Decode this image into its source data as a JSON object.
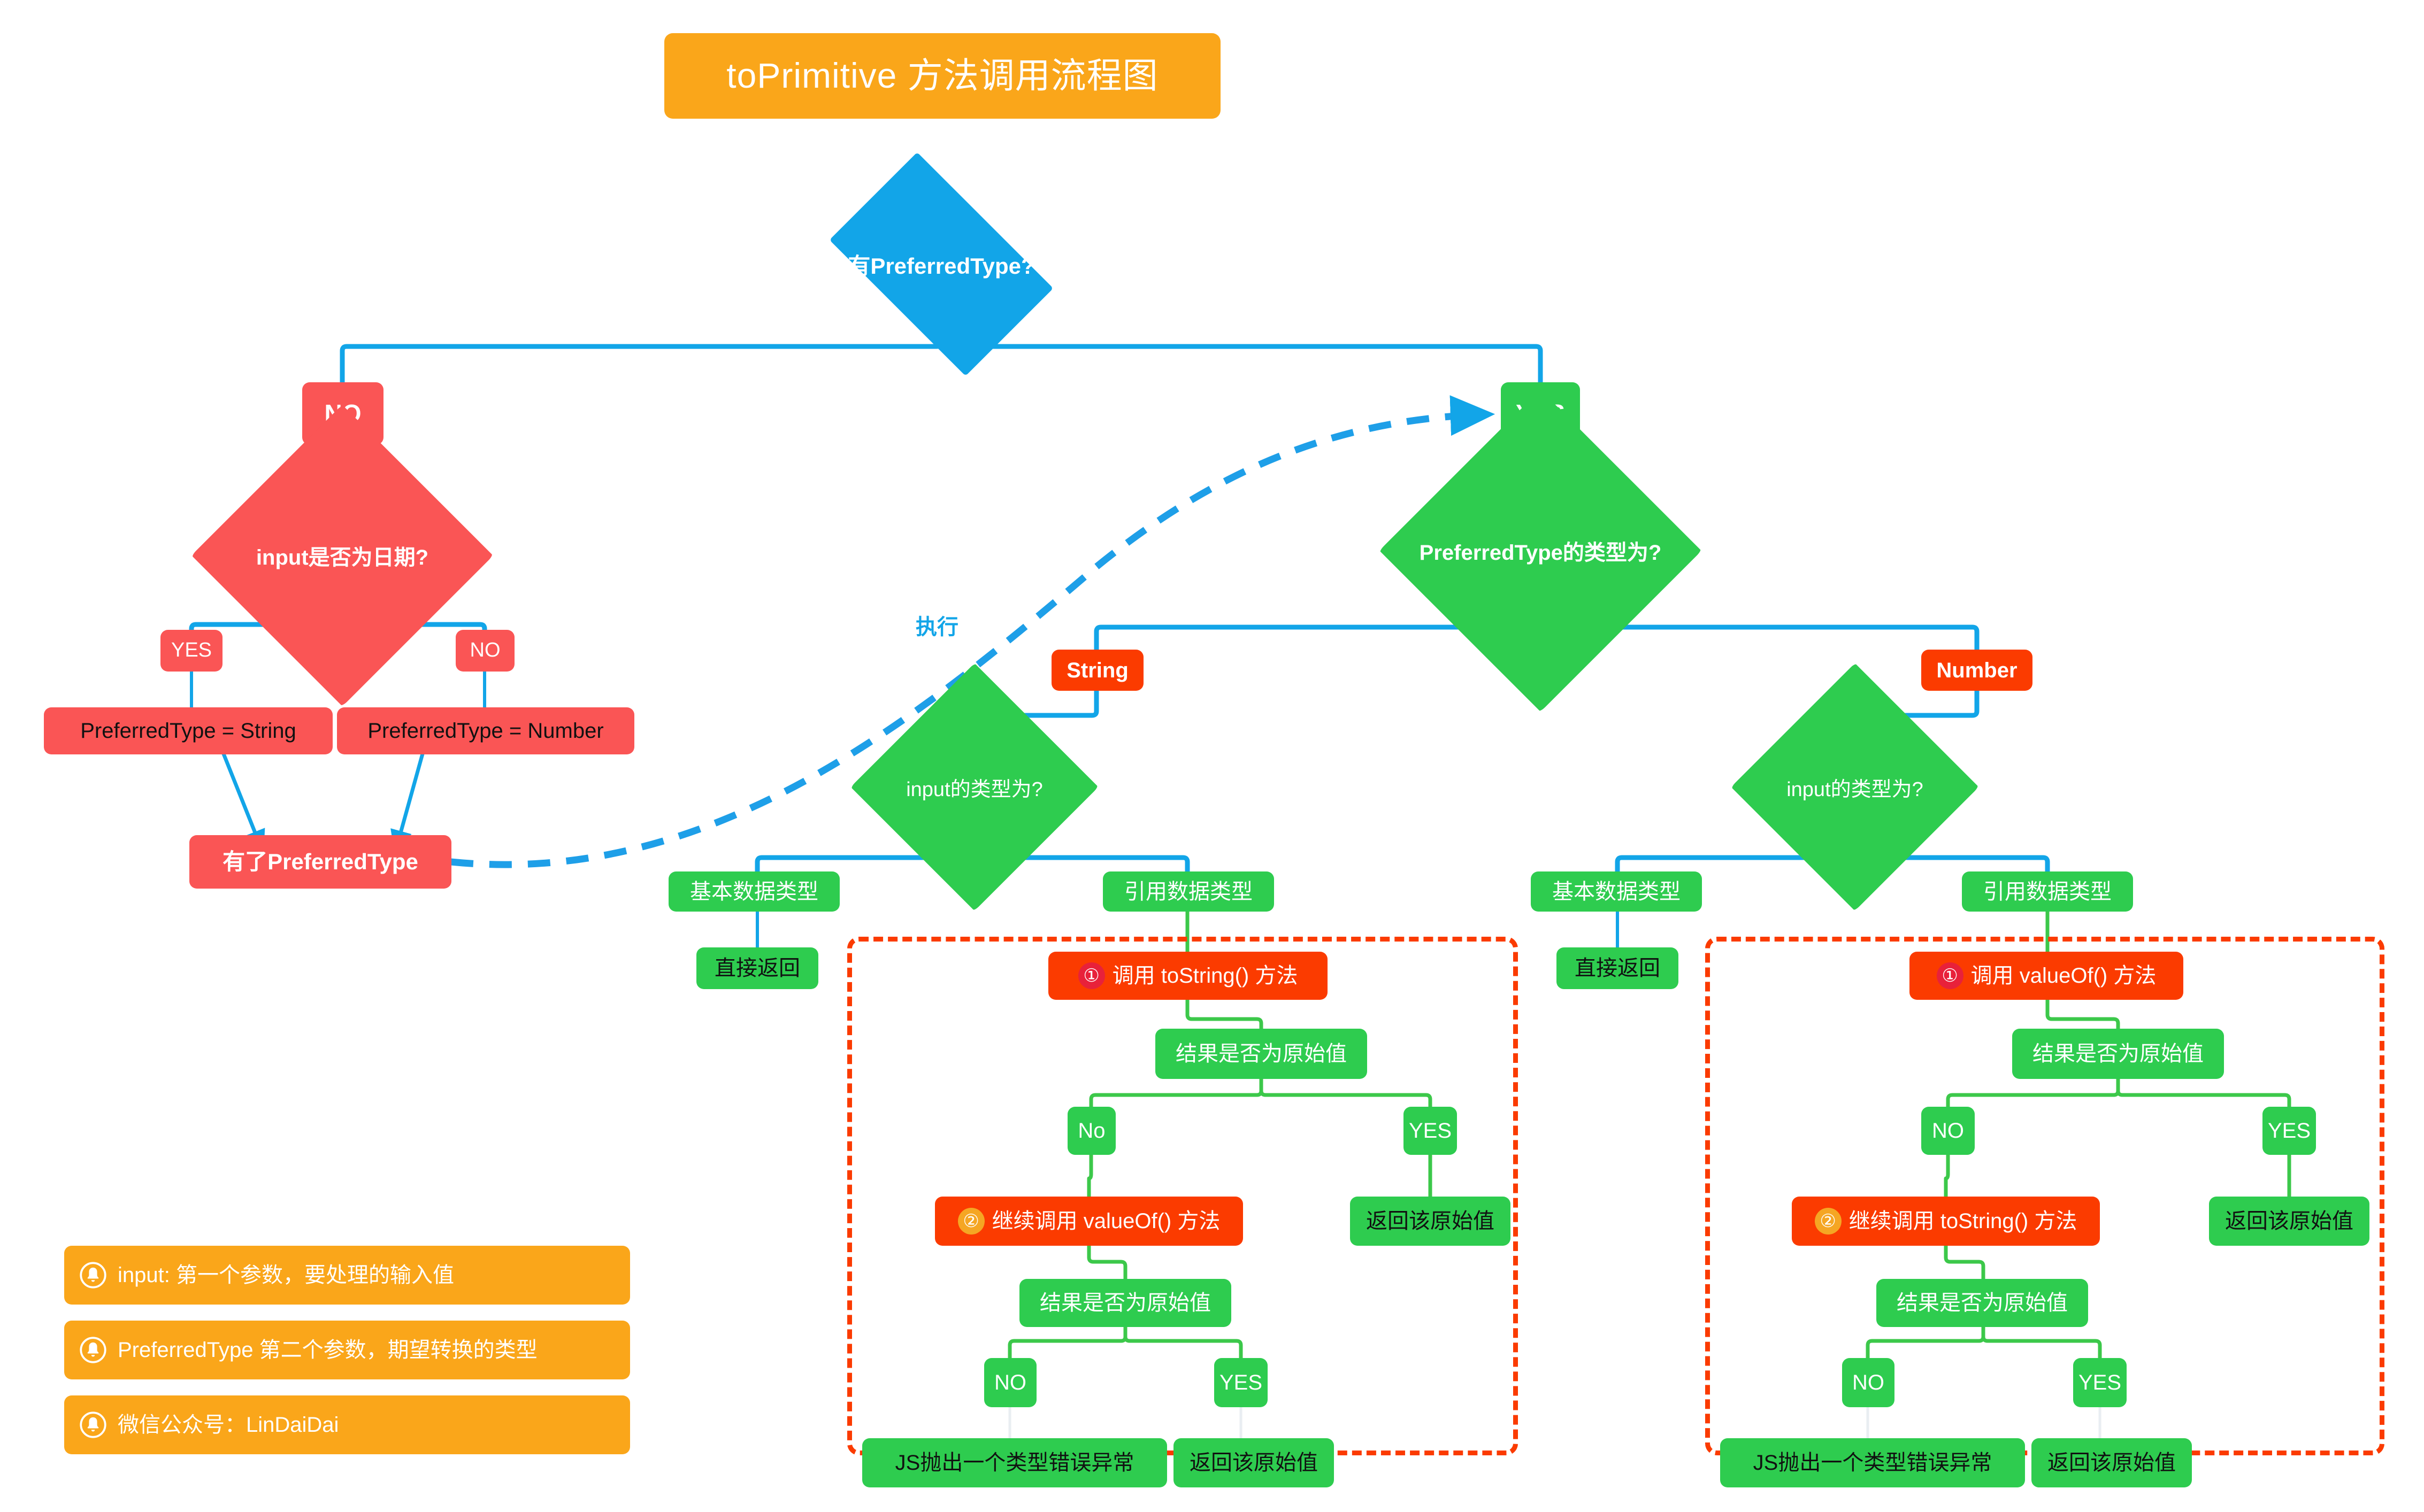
{
  "title": {
    "text": "toPrimitive 方法调用流程图"
  },
  "colors": {
    "title_bg": "#FAA61A",
    "blue": "#12A5E8",
    "red": "#FA5555",
    "green": "#2ECC4F",
    "orange_red": "#FB3B00",
    "legend_bg": "#FAA61A",
    "badge_one": "#E8213A",
    "badge_two": "#F5A623"
  },
  "root": {
    "question": "有PreferredType?"
  },
  "branch_no": {
    "edge_label": "NO",
    "question": "input是否为日期?",
    "yes_label": "YES",
    "no_label": "NO",
    "assign_string": "PreferredType = String",
    "assign_number": "PreferredType = Number",
    "result": "有了PreferredType"
  },
  "flow_link": {
    "label": "执行"
  },
  "branch_yes": {
    "edge_label": "YES",
    "question": "PreferredType的类型为?",
    "type_string": "String",
    "type_number": "Number"
  },
  "string_branch": {
    "question": "input的类型为?",
    "primitive_label": "基本数据类型",
    "reference_label": "引用数据类型",
    "direct_return": "直接返回",
    "step1_badge": "①",
    "step1": "调用 toString() 方法",
    "check1": "结果是否为原始值",
    "check1_no": "No",
    "check1_yes": "YES",
    "check1_yes_result": "返回该原始值",
    "step2_badge": "②",
    "step2": "继续调用 valueOf() 方法",
    "check2": "结果是否为原始值",
    "check2_no": "NO",
    "check2_yes": "YES",
    "check2_no_result": "JS抛出一个类型错误异常",
    "check2_yes_result": "返回该原始值"
  },
  "number_branch": {
    "question": "input的类型为?",
    "primitive_label": "基本数据类型",
    "reference_label": "引用数据类型",
    "direct_return": "直接返回",
    "step1_badge": "①",
    "step1": "调用 valueOf() 方法",
    "check1": "结果是否为原始值",
    "check1_no": "NO",
    "check1_yes": "YES",
    "check1_yes_result": "返回该原始值",
    "step2_badge": "②",
    "step2": "继续调用 toString() 方法",
    "check2": "结果是否为原始值",
    "check2_no": "NO",
    "check2_yes": "YES",
    "check2_no_result": "JS抛出一个类型错误异常",
    "check2_yes_result": "返回该原始值"
  },
  "legend": {
    "icon": "bell-icon",
    "items": [
      "input: 第一个参数，要处理的输入值",
      "PreferredType 第二个参数，期望转换的类型",
      "微信公众号：LinDaiDai"
    ]
  }
}
